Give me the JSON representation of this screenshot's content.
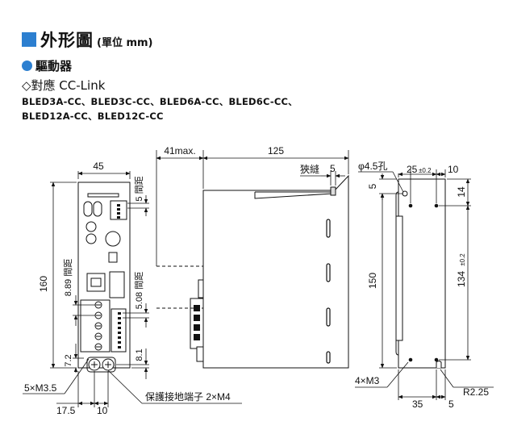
{
  "header": {
    "title": "外形圖",
    "unit": "(單位 mm)"
  },
  "section": {
    "title": "驅動器"
  },
  "compat": {
    "label": "◇對應 CC-Link"
  },
  "models": {
    "line1": "BLED3A-CC、BLED3C-CC、BLED6A-CC、BLED6C-CC、",
    "line2": "BLED12A-CC、BLED12C-CC"
  },
  "front": {
    "width": "45",
    "height": "160",
    "pitch1": "5 間距",
    "pitch2": "8.89 間距",
    "pitch3": "5.08 間距",
    "dim_72": "7.2",
    "dim_81": "8.1",
    "screw": "5×M3.5",
    "dim_175": "17.5",
    "dim_10": "10",
    "ground": "保護接地端子 2×M4"
  },
  "side": {
    "overhang": "41max.",
    "depth": "125",
    "slit_label": "狹縫",
    "slit_dim": "5"
  },
  "back": {
    "hole": "φ4.5孔",
    "dim_25": "25",
    "tol_25": "±0.2",
    "dim_10": "10",
    "dim_5": "5",
    "dim_14": "14",
    "dim_150": "150",
    "dim_134": "134",
    "tol_134": "±0.2",
    "screw": "4×M3",
    "dim_35": "35",
    "dim_5b": "5",
    "radius": "R2.25"
  },
  "colors": {
    "accent": "#2c7fd0"
  }
}
